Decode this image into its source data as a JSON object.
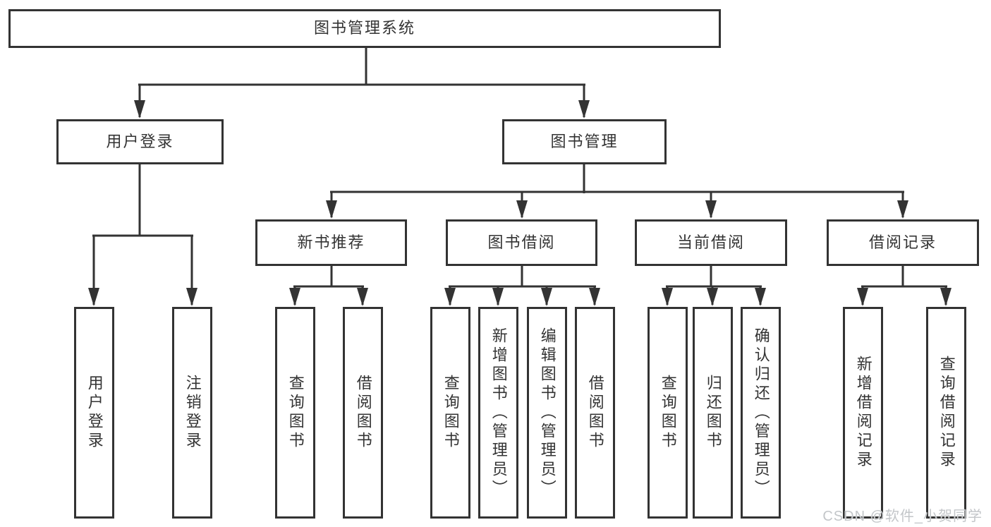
{
  "tree": {
    "label": "图书管理系统",
    "children": [
      {
        "label": "用户登录",
        "children": [
          {
            "label": "用户登录"
          },
          {
            "label": "注销登录"
          }
        ]
      },
      {
        "label": "图书管理",
        "children": [
          {
            "label": "新书推荐",
            "children": [
              {
                "label": "查询图书"
              },
              {
                "label": "借阅图书"
              }
            ]
          },
          {
            "label": "图书借阅",
            "children": [
              {
                "label": "查询图书"
              },
              {
                "label": "新增图书（管理员）"
              },
              {
                "label": "编辑图书（管理员）"
              },
              {
                "label": "借阅图书"
              }
            ]
          },
          {
            "label": "当前借阅",
            "children": [
              {
                "label": "查询图书"
              },
              {
                "label": "归还图书"
              },
              {
                "label": "确认归还（管理员）"
              }
            ]
          },
          {
            "label": "借阅记录",
            "children": [
              {
                "label": "新增借阅记录"
              },
              {
                "label": "查询借阅记录"
              }
            ]
          }
        ]
      }
    ]
  },
  "watermark": {
    "text": "CSDN @软件_小贺同学",
    "color": "#c3c6c9"
  },
  "colors": {
    "line": "#333333",
    "box_border": "#333333",
    "box_fill": "#ffffff",
    "text": "#333333",
    "background": "#ffffff"
  }
}
